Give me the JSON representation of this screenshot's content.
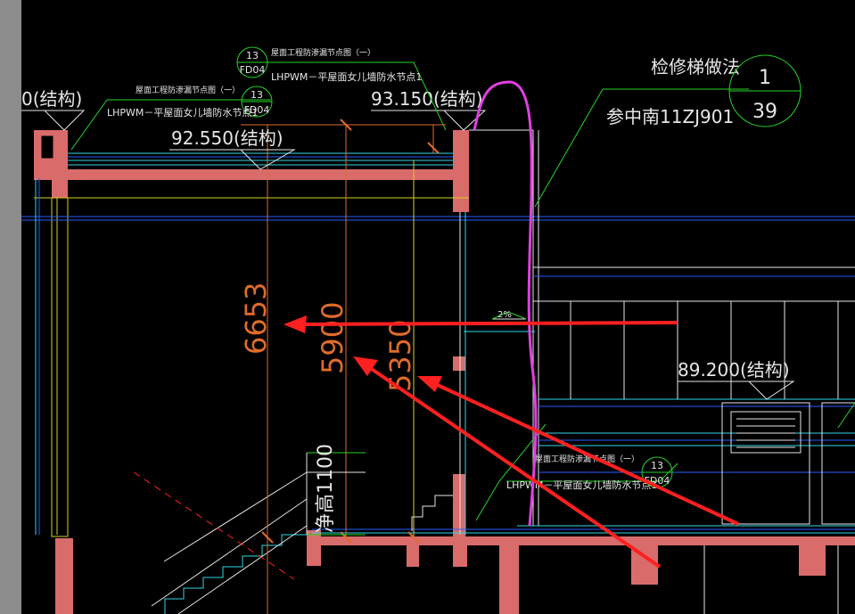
{
  "drawing": {
    "elevations": {
      "left_partial": "0(结构)",
      "parapet_left": "92.550(结构)",
      "parapet_top": "93.150(结构)",
      "lower_roof": "89.200(结构)"
    },
    "dimensions": {
      "d6653": "6653",
      "d5900": "5900",
      "d5350": "5350",
      "clear_height": "净高1100"
    },
    "slope": "2%",
    "callouts": [
      {
        "title": "屋面工程防渗漏节点图（一）",
        "detail": "LHPWM－平屋面女儿墙防水节点1",
        "bubble_num": "13",
        "bubble_ref": "FD04"
      },
      {
        "title": "屋面工程防渗漏节点图（一）",
        "detail": "LHPWM－平屋面女儿墙防水节点1",
        "bubble_num": "13",
        "bubble_ref": "FD04"
      },
      {
        "title": "屋面工程防渗漏节点图（一）",
        "detail": "LHPWM－平屋面女儿墙防水节点1",
        "bubble_num": "13",
        "bubble_ref": "FD04"
      }
    ],
    "ladder": {
      "title": "检修梯做法",
      "reference": "参中南11ZJ901",
      "bubble_num": "1",
      "bubble_sheet": "39"
    }
  },
  "colors": {
    "concrete": "#d96b6b",
    "wall_fill": "#f4a29a",
    "cyan": "#2fd6e6",
    "blue": "#2a5cff",
    "green": "#27d327",
    "yellow": "#d8d21f",
    "orange": "#e06c2a",
    "magenta": "#e040e0",
    "red_arrow": "#ff2020",
    "white": "#e6e6e6"
  }
}
